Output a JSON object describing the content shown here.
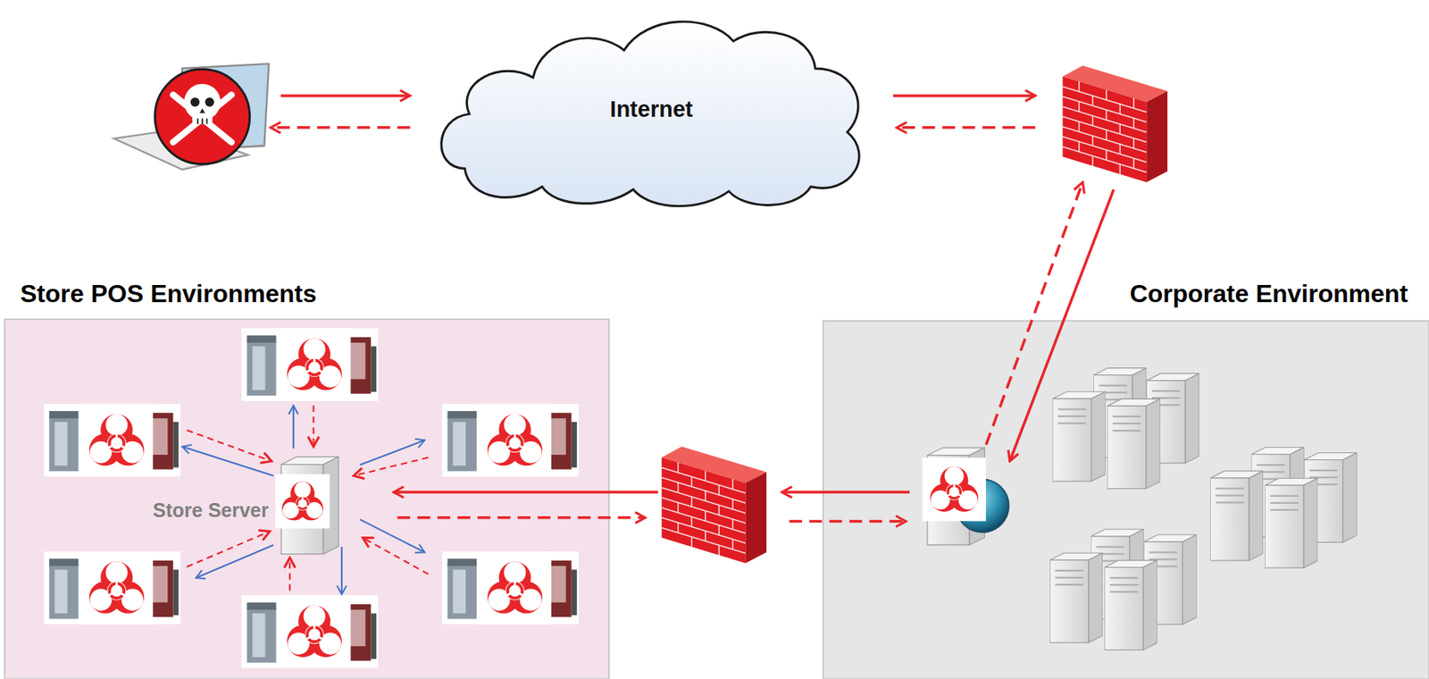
{
  "diagram": {
    "nodes": [
      {
        "text": [
          "Internet"
        ]
      },
      {
        "text": [
          "Store POS Environments"
        ]
      },
      {
        "text": [
          "Store Server"
        ],
        "in": 1
      },
      {
        "text": [
          "Corporate Environment"
        ]
      }
    ]
  }
}
